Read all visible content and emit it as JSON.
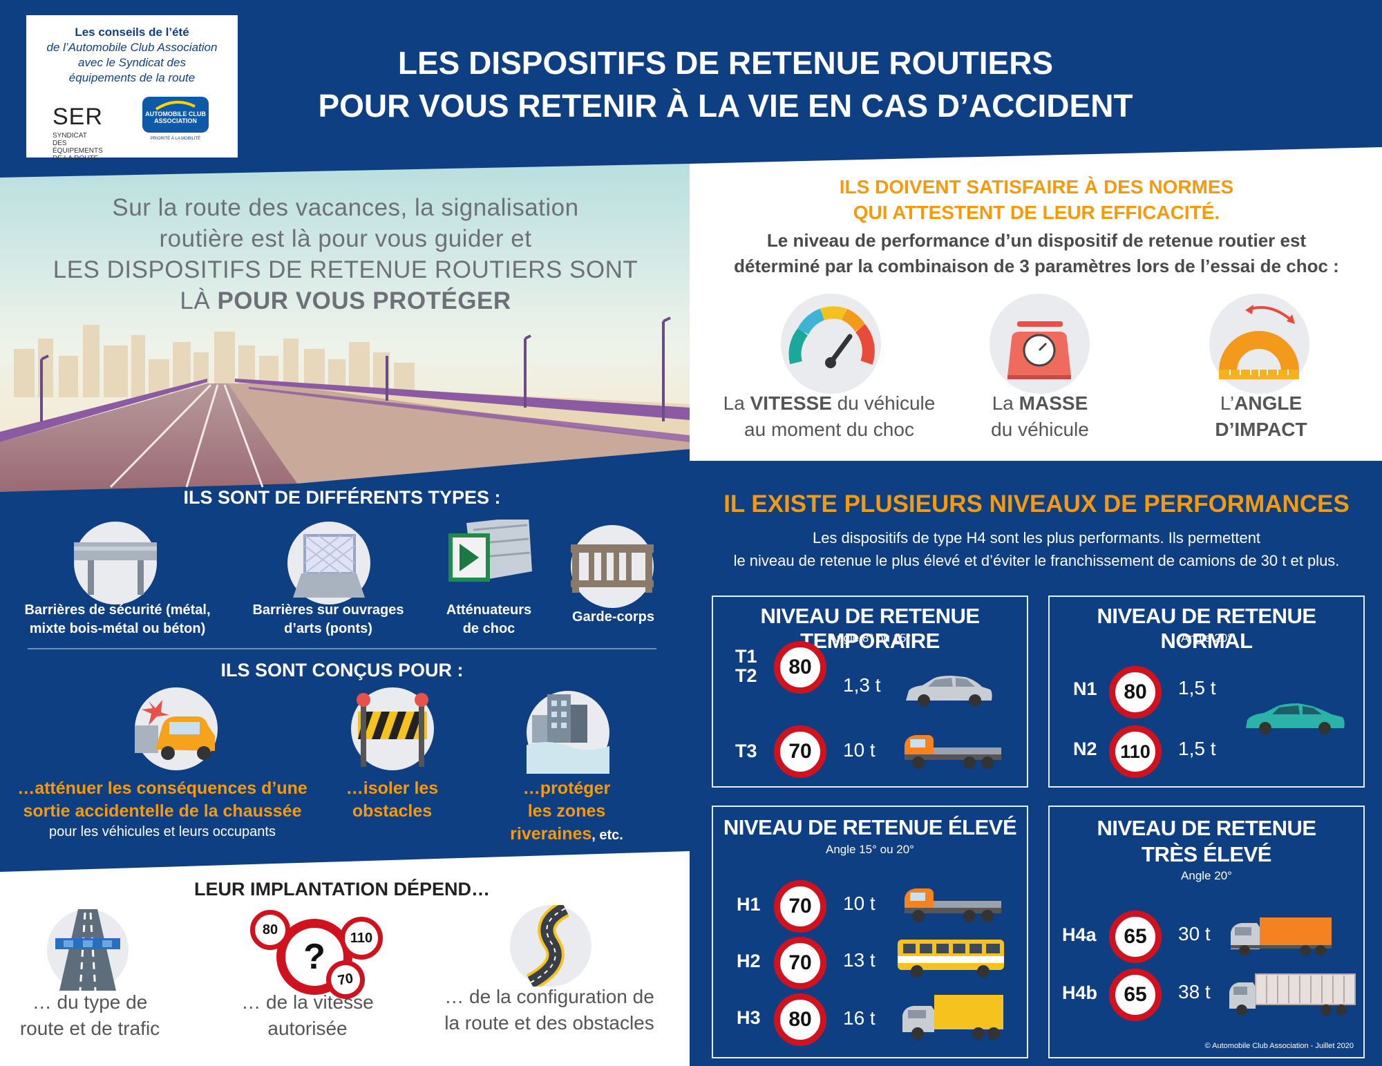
{
  "header": {
    "logo_text_line1": "Les conseils de l’été",
    "logo_text_line2": "de l’Automobile Club Association",
    "logo_text_line3": "avec le Syndicat des",
    "logo_text_line4": "équipements de la route",
    "ser_logo": "SER",
    "ser_caption1": "SYNDICAT",
    "ser_caption2": "DES ÉQUIPEMENTS",
    "ser_caption3": "DE LA ROUTE",
    "aca_logo1": "AUTOMOBILE CLUB",
    "aca_logo2": "ASSOCIATION",
    "aca_tagline": "PRIORITÉ À LA MOBILITÉ",
    "title_line1": "LES DISPOSITIFS DE RETENUE ROUTIERS",
    "title_line2": "POUR VOUS RETENIR À LA VIE EN CAS D’ACCIDENT"
  },
  "hero": {
    "line1": "Sur la route des vacances, la signalisation",
    "line2": "routière est là pour vous guider et",
    "line3": "LES DISPOSITIFS DE RETENUE ROUTIERS SONT",
    "line4_a": "LÀ ",
    "line4_b": "POUR VOUS PROTÉGER"
  },
  "norms": {
    "title_line1": "ILS DOIVENT SATISFAIRE À DES NORMES",
    "title_line2": "QUI ATTESTENT DE LEUR EFFICACITÉ.",
    "desc_line1": "Le niveau de performance d’un dispositif de retenue routier est",
    "desc_line2": "déterminé par la combinaison de 3 paramètres lors de l’essai de choc :",
    "params": [
      {
        "icon": "speedometer-icon",
        "a": "La ",
        "b": "VITESSE",
        "c": " du véhicule",
        "line2": "au moment du choc"
      },
      {
        "icon": "scale-icon",
        "a": "La ",
        "b": "MASSE",
        "c": "",
        "line2": "du véhicule"
      },
      {
        "icon": "protractor-icon",
        "a": "L’",
        "b": "ANGLE",
        "c": "",
        "line2": "D’IMPACT"
      }
    ]
  },
  "types": {
    "title": "ILS SONT  DE DIFFÉRENTS TYPES :",
    "items": [
      {
        "icon": "guardrail-icon",
        "line1": "Barrières de sécurité (métal,",
        "line2": "mixte bois-métal ou béton)"
      },
      {
        "icon": "bridge-barrier-icon",
        "line1": "Barrières sur ouvrages",
        "line2": "d’arts (ponts)"
      },
      {
        "icon": "crash-attenuator-icon",
        "line1": "Atténuateurs",
        "line2": "de choc"
      },
      {
        "icon": "railing-icon",
        "line1": "Garde-corps",
        "line2": ""
      }
    ]
  },
  "designed": {
    "title": "ILS SONT CONÇUS POUR :",
    "items": [
      {
        "icon": "car-crash-icon",
        "line1": "…atténuer les conséquences d’une",
        "line2": "sortie accidentelle de la chaussée",
        "line3": "pour les véhicules et leurs occupants"
      },
      {
        "icon": "roadblock-icon",
        "line1": "…isoler les",
        "line2": "obstacles",
        "line3": ""
      },
      {
        "icon": "buildings-icon",
        "line1": "…protéger",
        "line2": "les zones",
        "line3a": "riveraines",
        "line3b": ", etc."
      }
    ]
  },
  "placement": {
    "title": "LEUR IMPLANTATION DÉPEND…",
    "items": [
      {
        "icon": "highway-icon",
        "line1": "… du type de",
        "line2": "route et de trafic"
      },
      {
        "icon": "speed-signs-icon",
        "line1": "…  de la vitesse",
        "line2": "autorisée",
        "signs": [
          "80",
          "?",
          "110",
          "70"
        ]
      },
      {
        "icon": "winding-road-icon",
        "line1": "… de la configuration de",
        "line2": "la route et des obstacles"
      }
    ]
  },
  "levels": {
    "title": "IL EXISTE PLUSIEURS NIVEAUX DE PERFORMANCES",
    "desc_line1": "Les dispositifs de type H4 sont les plus performants. Ils permettent",
    "desc_line2": "le niveau de retenue le plus élevé et d’éviter le franchissement de camions de 30 t et plus.",
    "temporary": {
      "title": "NIVEAU DE RETENUE TEMPORAIRE",
      "angle": "Angle 8° ou 15°",
      "rows": [
        {
          "label_a": "T1",
          "label_b": "T2",
          "speed": "80",
          "mass": "1,3 t",
          "vehicle": "car-icon"
        },
        {
          "label_a": "T3",
          "speed": "70",
          "mass": "10 t",
          "vehicle": "truck-icon"
        }
      ]
    },
    "normal": {
      "title": "NIVEAU DE RETENUE NORMAL",
      "angle": "Angle 20°",
      "rows": [
        {
          "label_a": "N1",
          "speed": "80",
          "mass": "1,5 t"
        },
        {
          "label_a": "N2",
          "speed": "110",
          "mass": "1,5 t"
        }
      ],
      "vehicle": "sports-car-icon"
    },
    "high": {
      "title": "NIVEAU DE RETENUE ÉLEVÉ",
      "angle": "Angle 15° ou 20°",
      "rows": [
        {
          "label_a": "H1",
          "speed": "70",
          "mass": "10 t",
          "vehicle": "truck-icon"
        },
        {
          "label_a": "H2",
          "speed": "70",
          "mass": "13 t",
          "vehicle": "bus-icon"
        },
        {
          "label_a": "H3",
          "speed": "80",
          "mass": "16 t",
          "vehicle": "box-truck-icon"
        }
      ]
    },
    "very_high": {
      "title_line1": "NIVEAU DE RETENUE",
      "title_line2": "TRÈS ÉLEVÉ",
      "angle": "Angle 20°",
      "rows": [
        {
          "label_a": "H4a",
          "speed": "65",
          "mass": "30 t",
          "vehicle": "semi-truck-icon"
        },
        {
          "label_a": "H4b",
          "speed": "65",
          "mass": "38 t",
          "vehicle": "trailer-truck-icon"
        }
      ]
    },
    "copyright": "© Automobile Club Association - Juillet 2020"
  },
  "colors": {
    "navy": "#0f3f83",
    "orange": "#f59a0c",
    "red": "#d0121f",
    "grey_text": "#6e7077"
  }
}
